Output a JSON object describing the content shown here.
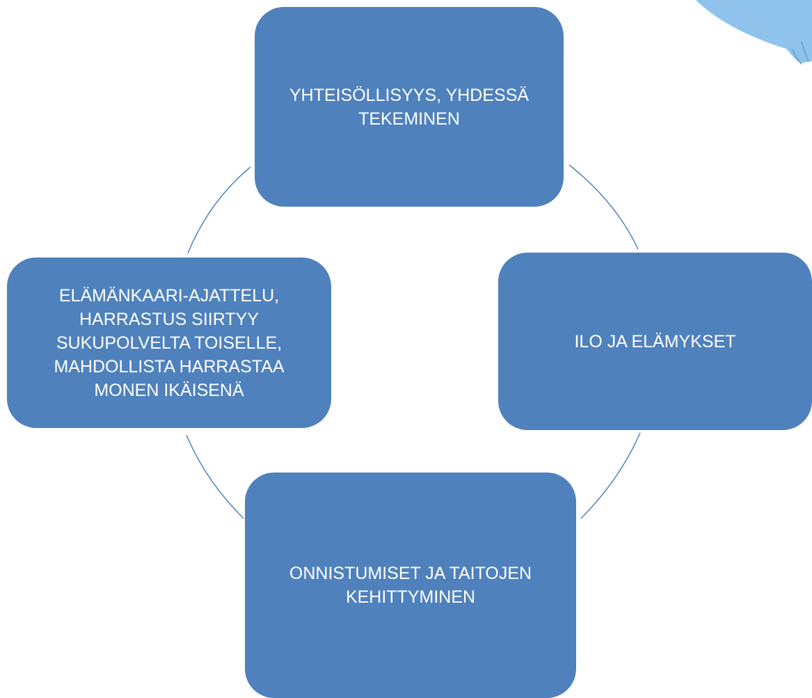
{
  "diagram": {
    "colors": {
      "node_fill": "#4f81bd",
      "node_text": "#ffffff",
      "connector": "#4f81bd",
      "decoration": "#8fc3ec"
    },
    "nodes": {
      "top": {
        "text": "YHTEISÖLLISYYS, YHDESSÄ\nTEKEMINEN"
      },
      "right": {
        "text": "ILO JA ELÄMYKSET"
      },
      "bottom": {
        "text": "ONNISTUMISET JA TAITOJEN\nKEHITTYMINEN"
      },
      "left": {
        "text": "ELÄMÄNKAARI-AJATTELU,\nHARRASTUS SIIRTYY\nSUKUPOLVELTA TOISELLE,\nMAHDOLLISTA HARRASTAA\nMONEN IKÄISENÄ"
      }
    },
    "decoration_icon": "bird-silhouette-fragment"
  }
}
